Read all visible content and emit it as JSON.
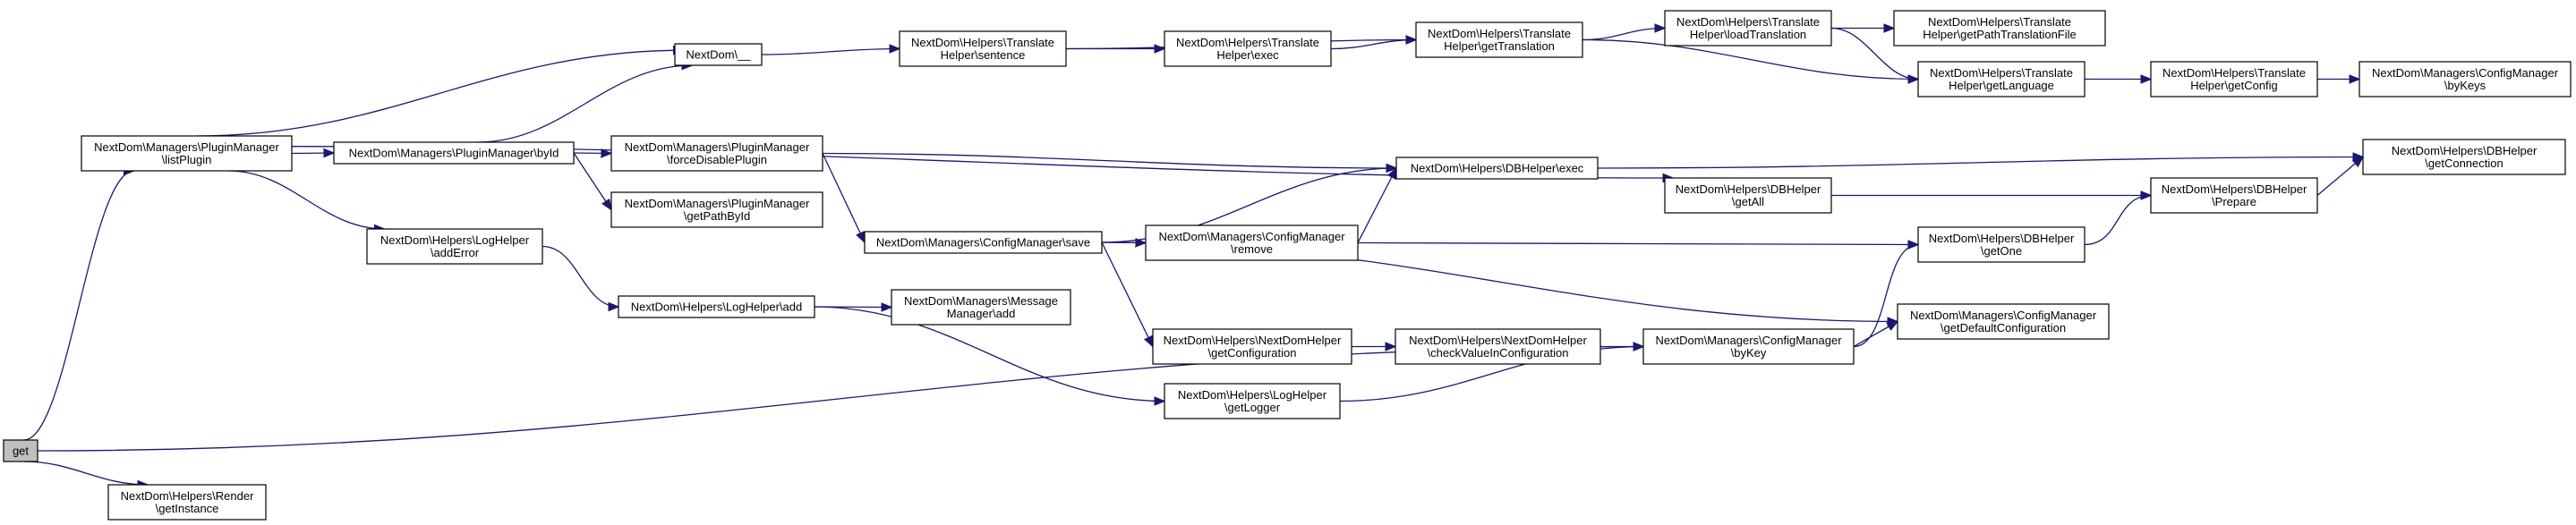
{
  "colors": {
    "edge": "#191970",
    "node_border": "#000000",
    "root_fill": "#bfbfbf",
    "node_fill": "#ffffff"
  },
  "nodes": {
    "get": {
      "lines": [
        "get"
      ]
    },
    "render_getinstance": {
      "lines": [
        "NextDom\\Helpers\\Render",
        "\\getInstance"
      ]
    },
    "pm_listplugin": {
      "lines": [
        "NextDom\\Managers\\PluginManager",
        "\\listPlugin"
      ]
    },
    "pm_byid": {
      "lines": [
        "NextDom\\Managers\\PluginManager\\byId"
      ]
    },
    "loghelper_adderror": {
      "lines": [
        "NextDom\\Helpers\\LogHelper",
        "\\addError"
      ]
    },
    "nextdom_underscore": {
      "lines": [
        "NextDom\\__"
      ]
    },
    "pm_forcedisable": {
      "lines": [
        "NextDom\\Managers\\PluginManager",
        "\\forceDisablePlugin"
      ]
    },
    "pm_getpathbyid": {
      "lines": [
        "NextDom\\Managers\\PluginManager",
        "\\getPathById"
      ]
    },
    "loghelper_add": {
      "lines": [
        "NextDom\\Helpers\\LogHelper\\add"
      ]
    },
    "th_sentence": {
      "lines": [
        "NextDom\\Helpers\\Translate",
        "Helper\\sentence"
      ]
    },
    "cm_save": {
      "lines": [
        "NextDom\\Managers\\ConfigManager\\save"
      ]
    },
    "msgmanager_add": {
      "lines": [
        "NextDom\\Managers\\Message",
        "Manager\\add"
      ]
    },
    "th_exec": {
      "lines": [
        "NextDom\\Helpers\\Translate",
        "Helper\\exec"
      ]
    },
    "cm_remove": {
      "lines": [
        "NextDom\\Managers\\ConfigManager",
        "\\remove"
      ]
    },
    "ndh_getconfiguration": {
      "lines": [
        "NextDom\\Helpers\\NextDomHelper",
        "\\getConfiguration"
      ]
    },
    "loghelper_getlogger": {
      "lines": [
        "NextDom\\Helpers\\LogHelper",
        "\\getLogger"
      ]
    },
    "th_gettranslation": {
      "lines": [
        "NextDom\\Helpers\\Translate",
        "Helper\\getTranslation"
      ]
    },
    "dbh_exec": {
      "lines": [
        "NextDom\\Helpers\\DBHelper\\exec"
      ]
    },
    "ndh_checkvalue": {
      "lines": [
        "NextDom\\Helpers\\NextDomHelper",
        "\\checkValueInConfiguration"
      ]
    },
    "cm_bykey": {
      "lines": [
        "NextDom\\Managers\\ConfigManager",
        "\\byKey"
      ]
    },
    "th_loadtranslation": {
      "lines": [
        "NextDom\\Helpers\\Translate",
        "Helper\\loadTranslation"
      ]
    },
    "dbh_getall": {
      "lines": [
        "NextDom\\Helpers\\DBHelper",
        "\\getAll"
      ]
    },
    "th_getpathtranslationfile": {
      "lines": [
        "NextDom\\Helpers\\Translate",
        "Helper\\getPathTranslationFile"
      ]
    },
    "th_getlanguage": {
      "lines": [
        "NextDom\\Helpers\\Translate",
        "Helper\\getLanguage"
      ]
    },
    "dbh_getone": {
      "lines": [
        "NextDom\\Helpers\\DBHelper",
        "\\getOne"
      ]
    },
    "cm_getdefaultconfiguration": {
      "lines": [
        "NextDom\\Managers\\ConfigManager",
        "\\getDefaultConfiguration"
      ]
    },
    "th_getconfig": {
      "lines": [
        "NextDom\\Helpers\\Translate",
        "Helper\\getConfig"
      ]
    },
    "dbh_prepare": {
      "lines": [
        "NextDom\\Helpers\\DBHelper",
        "\\Prepare"
      ]
    },
    "cm_bykeys": {
      "lines": [
        "NextDom\\Managers\\ConfigManager",
        "\\byKeys"
      ]
    },
    "dbh_getconnection": {
      "lines": [
        "NextDom\\Helpers\\DBHelper",
        "\\getConnection"
      ]
    }
  },
  "edges": [
    [
      "get",
      "render_getinstance"
    ],
    [
      "get",
      "pm_listplugin"
    ],
    [
      "get",
      "cm_bykey"
    ],
    [
      "pm_listplugin",
      "pm_byid"
    ],
    [
      "pm_listplugin",
      "nextdom_underscore"
    ],
    [
      "pm_listplugin",
      "loghelper_adderror"
    ],
    [
      "pm_listplugin",
      "dbh_getall"
    ],
    [
      "pm_byid",
      "nextdom_underscore"
    ],
    [
      "pm_byid",
      "pm_forcedisable"
    ],
    [
      "pm_byid",
      "pm_getpathbyid"
    ],
    [
      "loghelper_adderror",
      "loghelper_add"
    ],
    [
      "nextdom_underscore",
      "th_sentence"
    ],
    [
      "pm_forcedisable",
      "cm_save"
    ],
    [
      "pm_forcedisable",
      "dbh_exec"
    ],
    [
      "loghelper_add",
      "msgmanager_add"
    ],
    [
      "loghelper_add",
      "loghelper_getlogger"
    ],
    [
      "th_sentence",
      "th_exec"
    ],
    [
      "th_sentence",
      "th_gettranslation"
    ],
    [
      "th_exec",
      "th_gettranslation"
    ],
    [
      "cm_save",
      "dbh_exec"
    ],
    [
      "cm_save",
      "cm_remove"
    ],
    [
      "cm_save",
      "ndh_getconfiguration"
    ],
    [
      "cm_save",
      "cm_getdefaultconfiguration"
    ],
    [
      "cm_remove",
      "dbh_exec"
    ],
    [
      "cm_remove",
      "dbh_getone"
    ],
    [
      "ndh_getconfiguration",
      "ndh_checkvalue"
    ],
    [
      "ndh_checkvalue",
      "cm_bykey"
    ],
    [
      "loghelper_getlogger",
      "cm_bykey"
    ],
    [
      "th_gettranslation",
      "th_loadtranslation"
    ],
    [
      "th_gettranslation",
      "th_getlanguage"
    ],
    [
      "th_loadtranslation",
      "th_getpathtranslationfile"
    ],
    [
      "th_loadtranslation",
      "th_getlanguage"
    ],
    [
      "th_getlanguage",
      "th_getconfig"
    ],
    [
      "th_getconfig",
      "cm_bykeys"
    ],
    [
      "dbh_exec",
      "dbh_getconnection"
    ],
    [
      "dbh_getall",
      "dbh_prepare"
    ],
    [
      "dbh_getone",
      "dbh_prepare"
    ],
    [
      "dbh_prepare",
      "dbh_getconnection"
    ],
    [
      "cm_bykey",
      "dbh_getone"
    ],
    [
      "cm_bykey",
      "cm_getdefaultconfiguration"
    ]
  ]
}
